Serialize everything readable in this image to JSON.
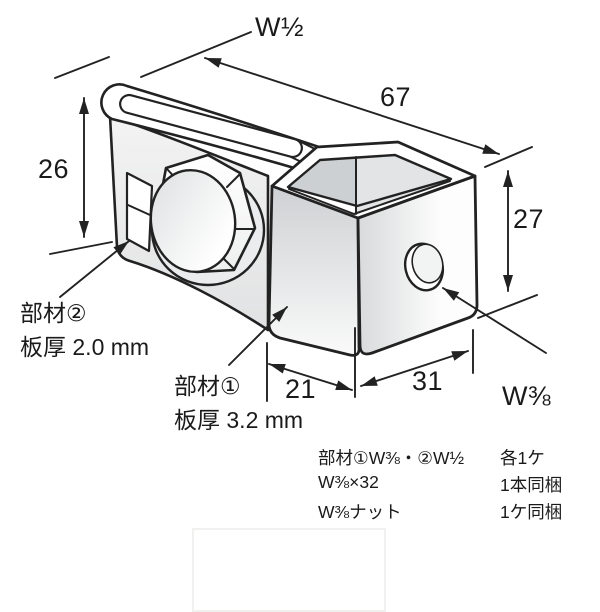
{
  "diagram": {
    "type": "technical-drawing",
    "subject": "clamp-bracket-assembly",
    "dimensions": {
      "slot_width_top": "W½",
      "total_length": "67",
      "left_height": "26",
      "right_height": "27",
      "bottom_left_width": "21",
      "bottom_right_width": "31",
      "hole_size": "W⅜"
    },
    "part_labels": {
      "part2_name": "部材②",
      "part2_thickness": "板厚 2.0 mm",
      "part1_name": "部材①",
      "part1_thickness": "板厚 3.2 mm"
    },
    "spec_table": {
      "rows": [
        {
          "item": "部材①W⅜・②W½",
          "qty": "各1ケ"
        },
        {
          "item": "W⅜×32",
          "qty": "1本同梱"
        },
        {
          "item": "W⅜ナット",
          "qty": "1ケ同梱"
        }
      ]
    },
    "colors": {
      "line": "#222222",
      "shade_light": "#e9eaeb",
      "shade_mid": "#ced1d3",
      "background": "#ffffff"
    }
  }
}
